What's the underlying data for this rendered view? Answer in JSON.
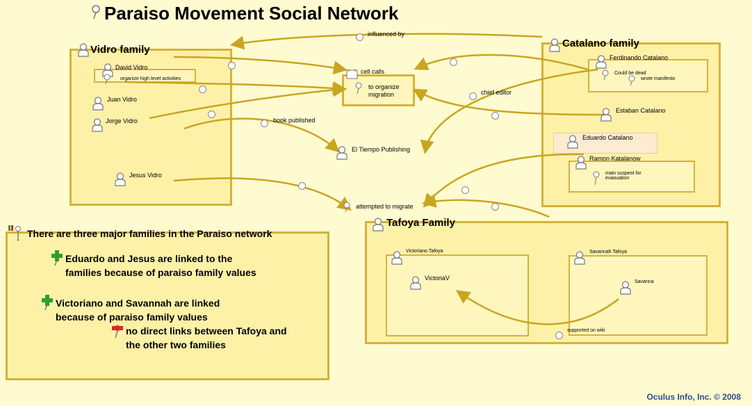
{
  "title": "Paraiso Movement Social Network",
  "groups": {
    "vidro": "Vidro family",
    "catalano": "Catalano family",
    "tafoya": "Tafoya Family"
  },
  "people": {
    "david": "David Vidro",
    "juan": "Juan Vidro",
    "jorge": "Jorge Vidro",
    "jesus": "Jesus Vidro",
    "ferdinando": "Ferdinando Catalano",
    "estaban": "Estaban Catalano",
    "eduardo": "Eduardo Catalano",
    "ramon": "Ramon Katalanow",
    "victoriano": "Victoriano Tafoya",
    "victoriav": "VictoriaV",
    "savannah": "Savannah Tafoya",
    "savanna": "Savanna"
  },
  "annotations": {
    "organize": "organize high level activities",
    "could_be_dead": "Could be dead",
    "wrote_manifesto": "wrote manifesto",
    "main_suspect": "main suspeot for evaouation"
  },
  "links": {
    "influenced_by": "influenced by",
    "cell_calls": "cell calls",
    "to_organize": "to organize migration",
    "chief_editor": "chief editor",
    "book_published": "book published",
    "el_tiempo": "El Tiempo Publishing",
    "attempted": "attempted to migrate",
    "supported": "supported on wiki"
  },
  "notes": {
    "heading": "There are three major families in the Paraiso network",
    "n1": "Eduardo and Jesus are linked to the families because of paraiso family values",
    "n2": "Victoriano and Savannah are linked because of paraiso family values",
    "n3": "no direct links between Tafoya and the other two families"
  },
  "footer": "Oculus Info, Inc. © 2008",
  "colors": {
    "link": "#c9a520",
    "box_border": "#d4b23a",
    "box_fill": "#fdf1a8",
    "background": "#fffbd0"
  }
}
